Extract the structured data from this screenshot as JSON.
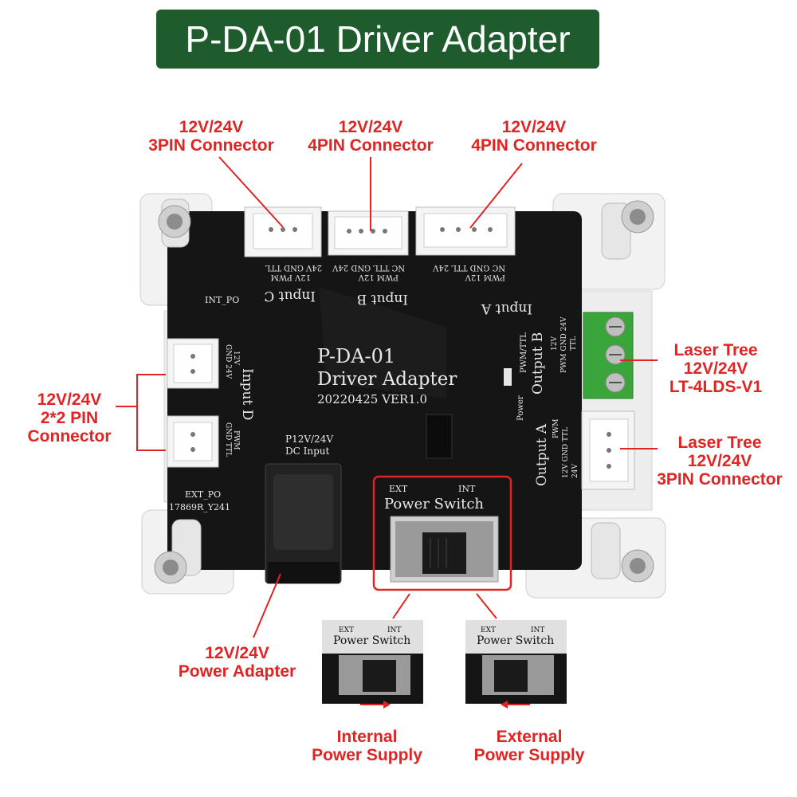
{
  "title": "P-DA-01 Driver Adapter",
  "callouts": {
    "pin3_top": [
      "12V/24V",
      "3PIN Connector"
    ],
    "pin4_top_b": [
      "12V/24V",
      "4PIN Connector"
    ],
    "pin4_top_a": [
      "12V/24V",
      "4PIN Connector"
    ],
    "left_2x2": [
      "12V/24V",
      "2*2 PIN",
      "Connector"
    ],
    "right_lt": [
      "Laser Tree",
      "12V/24V",
      "LT-4LDS-V1"
    ],
    "right_3pin": [
      "Laser Tree",
      "12V/24V",
      "3PIN Connector"
    ],
    "power_adapter": [
      "12V/24V",
      "Power Adapter"
    ],
    "internal": [
      "Internal",
      "Power Supply"
    ],
    "external": [
      "External",
      "Power Supply"
    ]
  },
  "board": {
    "name": "P-DA-01",
    "subtitle": "Driver Adapter",
    "version": "20220425 VER1.0",
    "input_b": "Input B",
    "input_a": "Input A",
    "input_c": "Input C",
    "input_d": "Input D",
    "output_a": "Output A",
    "output_b": "Output B",
    "dc_input_1": "P12V/24V",
    "dc_input_2": "DC Input",
    "int_po": "INT_PO",
    "ext_po": "EXT_PO",
    "part_no": "17869R_Y241",
    "power_small": "Power",
    "pwm_ttl": "PWM/TTL",
    "pin_c": [
      "24V GND TTL",
      "12V PWM"
    ],
    "pin_b": [
      "NC TTL GND 24V",
      "PWM 12V"
    ],
    "pin_a": [
      "NC GND TTL 24V",
      "PWM 12V"
    ],
    "pin_d_top": [
      "GND 24V",
      "12V"
    ],
    "pin_d_bot": [
      "GND TTL",
      "PWM"
    ],
    "pin_out_b": [
      "12V",
      "PWM GND 24V",
      "TTL"
    ],
    "pin_out_a": [
      "PWM",
      "12V GND TTL",
      "24V"
    ]
  },
  "switch": {
    "ext": "EXT",
    "int": "INT",
    "label": "Power Switch"
  },
  "colors": {
    "banner": "#1e5c2e",
    "callout": "#e02424",
    "pcb": "#151515",
    "terminal": "#3aa53a"
  }
}
